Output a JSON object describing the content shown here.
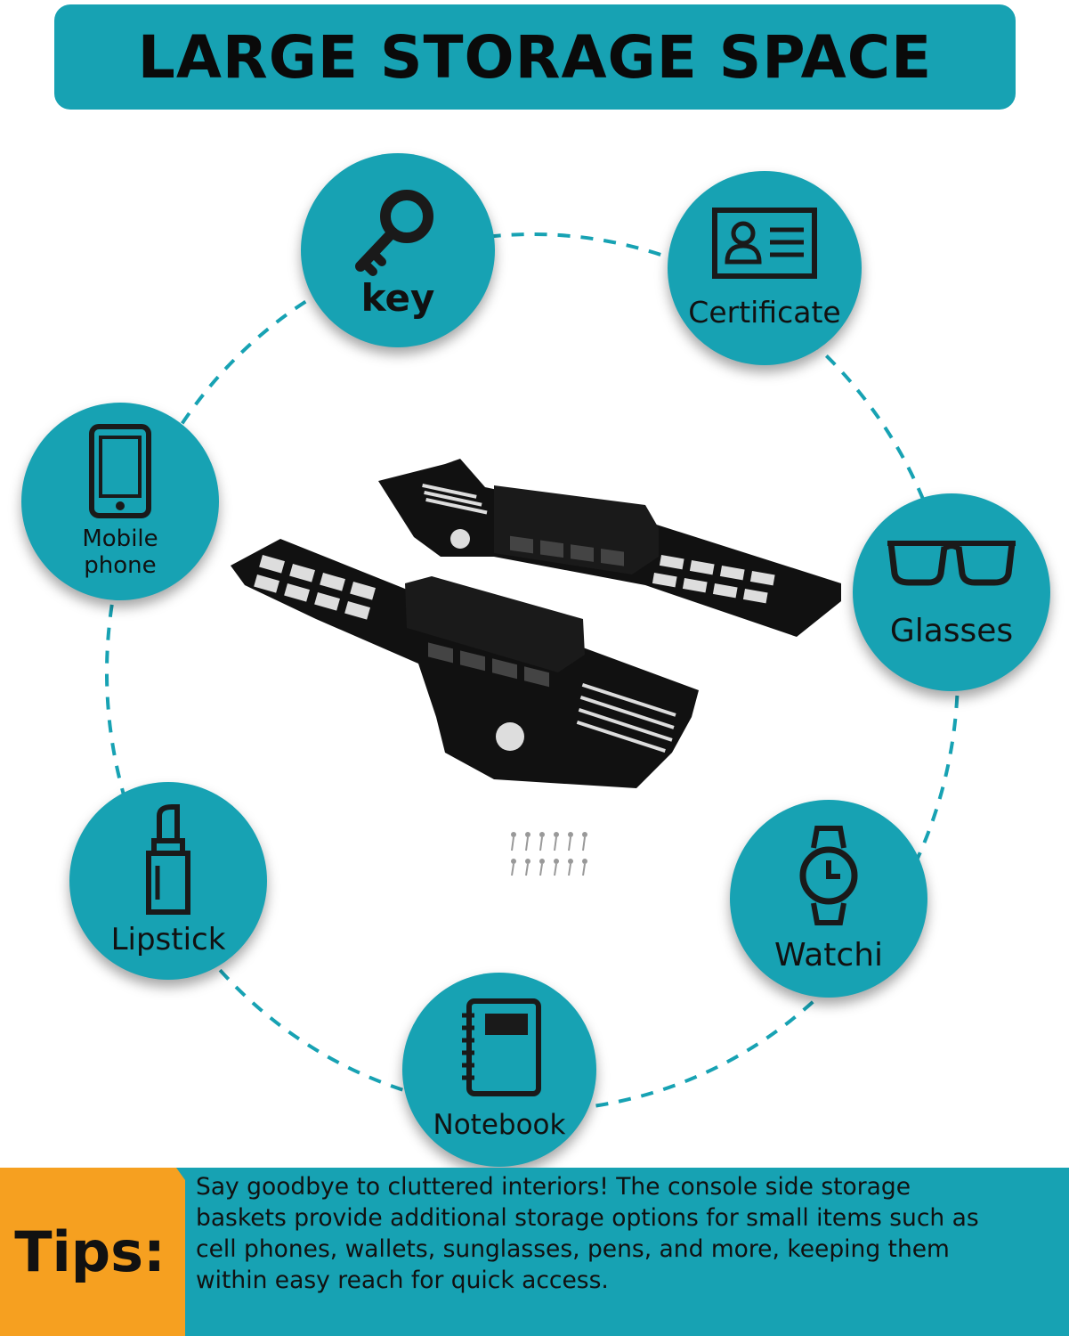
{
  "header": {
    "title": "LARGE STORAGE SPACE"
  },
  "colors": {
    "teal": "#17a2b3",
    "orange": "#f6a020",
    "icon": "#1a1a1a"
  },
  "items": [
    {
      "label": "key",
      "icon": "key-icon"
    },
    {
      "label": "Certificate",
      "icon": "id-card-icon"
    },
    {
      "label": "Mobile phone",
      "icon": "mobile-phone-icon"
    },
    {
      "label": "Glasses",
      "icon": "glasses-icon"
    },
    {
      "label": "Lipstick",
      "icon": "lipstick-icon"
    },
    {
      "label": "Watchi",
      "icon": "watch-icon"
    },
    {
      "label": "Notebook",
      "icon": "notebook-icon"
    }
  ],
  "mobile_lines": [
    "Mobile",
    "phone"
  ],
  "tips": {
    "label": "Tips:",
    "lines": [
      "Say goodbye to cluttered interiors!  The console side storage",
      "baskets provide additional storage options for small items such as",
      "cell phones, wallets, sunglasses, pens, and more, keeping them",
      "within easy reach for quick access."
    ]
  }
}
